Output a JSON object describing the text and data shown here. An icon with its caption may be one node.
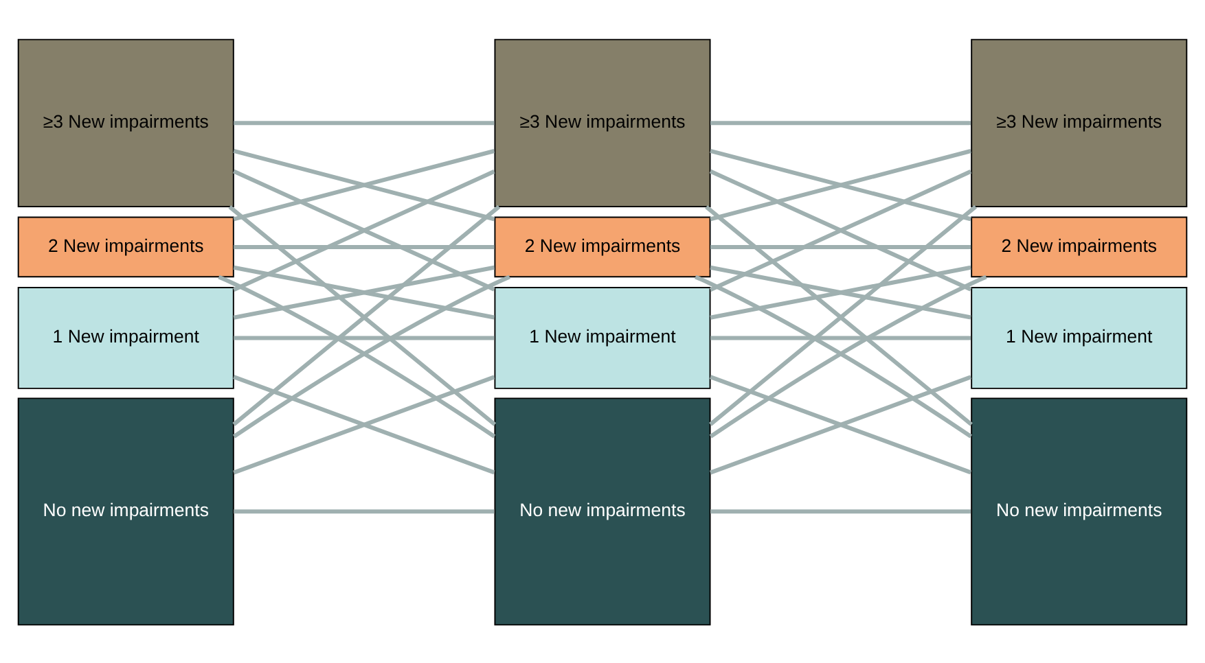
{
  "diagram": {
    "nodes": [
      {
        "text": [
          "≥3 New impairments"
        ]
      },
      {
        "text": [
          "2 New impairments"
        ]
      },
      {
        "text": [
          "1 New impairment"
        ]
      },
      {
        "text": [
          "No new impairments"
        ]
      },
      {
        "text": [
          "≥3 New impairments"
        ]
      },
      {
        "text": [
          "2 New impairments"
        ]
      },
      {
        "text": [
          "1 New impairment"
        ]
      },
      {
        "text": [
          "No new impairments"
        ]
      },
      {
        "text": [
          "≥3 New impairments"
        ]
      },
      {
        "text": [
          "2 New impairments"
        ]
      },
      {
        "text": [
          "1 New impairment"
        ]
      },
      {
        "text": [
          "No new impairments"
        ]
      }
    ],
    "edges": [
      {
        "from": 0,
        "to": 4,
        "arrow": "none"
      },
      {
        "from": 0,
        "to": 5,
        "arrow": "none"
      },
      {
        "from": 0,
        "to": 6,
        "arrow": "none"
      },
      {
        "from": 0,
        "to": 7,
        "arrow": "none"
      },
      {
        "from": 1,
        "to": 4,
        "arrow": "none"
      },
      {
        "from": 1,
        "to": 5,
        "arrow": "none"
      },
      {
        "from": 1,
        "to": 6,
        "arrow": "none"
      },
      {
        "from": 1,
        "to": 7,
        "arrow": "none"
      },
      {
        "from": 2,
        "to": 4,
        "arrow": "none"
      },
      {
        "from": 2,
        "to": 5,
        "arrow": "none"
      },
      {
        "from": 2,
        "to": 6,
        "arrow": "none"
      },
      {
        "from": 2,
        "to": 7,
        "arrow": "none"
      },
      {
        "from": 3,
        "to": 4,
        "arrow": "none"
      },
      {
        "from": 3,
        "to": 5,
        "arrow": "none"
      },
      {
        "from": 3,
        "to": 6,
        "arrow": "none"
      },
      {
        "from": 3,
        "to": 7,
        "arrow": "none"
      },
      {
        "from": 4,
        "to": 8,
        "arrow": "none"
      },
      {
        "from": 4,
        "to": 9,
        "arrow": "none"
      },
      {
        "from": 4,
        "to": 10,
        "arrow": "none"
      },
      {
        "from": 4,
        "to": 11,
        "arrow": "none"
      },
      {
        "from": 5,
        "to": 8,
        "arrow": "none"
      },
      {
        "from": 5,
        "to": 9,
        "arrow": "none"
      },
      {
        "from": 5,
        "to": 10,
        "arrow": "none"
      },
      {
        "from": 5,
        "to": 11,
        "arrow": "none"
      },
      {
        "from": 6,
        "to": 8,
        "arrow": "none"
      },
      {
        "from": 6,
        "to": 9,
        "arrow": "none"
      },
      {
        "from": 6,
        "to": 10,
        "arrow": "none"
      },
      {
        "from": 6,
        "to": 11,
        "arrow": "none"
      },
      {
        "from": 7,
        "to": 8,
        "arrow": "none"
      },
      {
        "from": 7,
        "to": 9,
        "arrow": "none"
      },
      {
        "from": 7,
        "to": 10,
        "arrow": "none"
      },
      {
        "from": 7,
        "to": 11,
        "arrow": "none"
      }
    ]
  }
}
